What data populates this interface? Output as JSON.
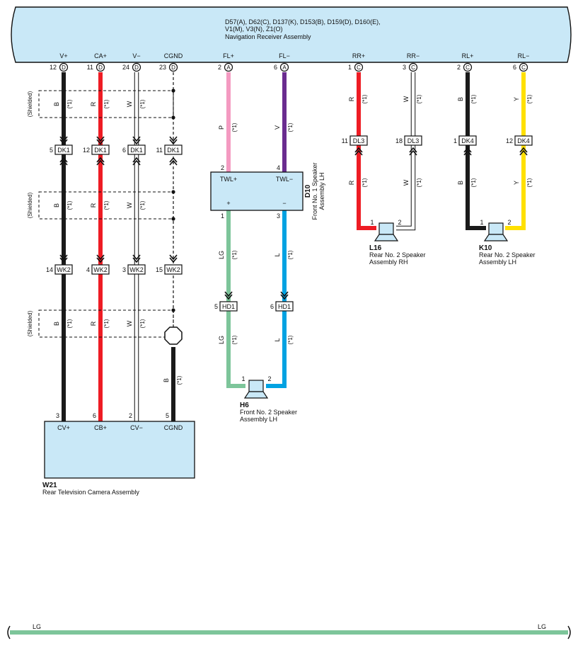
{
  "nav_unit": {
    "connectors_line1": "D57(A), D62(C), D137(K), D153(B), D159(D), D160(E),",
    "connectors_line2": "V1(M), V3(N), Z1(O)",
    "name": "Navigation Receiver Assembly"
  },
  "terminals": [
    {
      "label": "V+",
      "pin": "12",
      "conn": "D"
    },
    {
      "label": "CA+",
      "pin": "11",
      "conn": "D"
    },
    {
      "label": "V−",
      "pin": "24",
      "conn": "D"
    },
    {
      "label": "CGND",
      "pin": "23",
      "conn": "D"
    },
    {
      "label": "FL+",
      "pin": "2",
      "conn": "A"
    },
    {
      "label": "FL−",
      "pin": "6",
      "conn": "A"
    },
    {
      "label": "RR+",
      "pin": "1",
      "conn": "C"
    },
    {
      "label": "RR−",
      "pin": "3",
      "conn": "C"
    },
    {
      "label": "RL+",
      "pin": "2",
      "conn": "C"
    },
    {
      "label": "RL−",
      "pin": "6",
      "conn": "C"
    }
  ],
  "wire_colors": {
    "B": "#1a1a1a",
    "R": "#ee1c24",
    "W": "#ffffff",
    "P": "#f49ac1",
    "V": "#6a2c8f",
    "LG": "#7dc59a",
    "L": "#00a2e2",
    "Y": "#ffe000",
    "unit_fill": "#c9e8f7"
  },
  "text": {
    "shielded": "(Shielded)",
    "note": "(*1)",
    "B": "B",
    "R": "R",
    "W": "W",
    "P": "P",
    "V": "V",
    "LG": "LG",
    "L": "L",
    "Y": "Y"
  },
  "junctions": {
    "DK1": "DK1",
    "WK2": "WK2",
    "DL3": "DL3",
    "DK4": "DK4",
    "HD1": "HD1",
    "dk1_pins": [
      "5",
      "12",
      "6",
      "11"
    ],
    "wk2_pins": [
      "14",
      "4",
      "3",
      "15"
    ],
    "dl3_pins": [
      "11",
      "18"
    ],
    "dk4_pins": [
      "1",
      "12"
    ],
    "hd1_pins": [
      "5",
      "6"
    ]
  },
  "d10": {
    "id": "D10",
    "name_line1": "Front No. 1 Speaker",
    "name_line2": "Assembly LH",
    "term_plus": "TWL+",
    "term_minus": "TWL−",
    "in_pins": [
      "2",
      "4"
    ],
    "plus": "+",
    "minus": "−",
    "out_pins": [
      "1",
      "3"
    ]
  },
  "h6": {
    "id": "H6",
    "name_line1": "Front No. 2 Speaker",
    "name_line2": "Assembly LH",
    "pins": [
      "1",
      "2"
    ]
  },
  "l16": {
    "id": "L16",
    "name_line1": "Rear No. 2 Speaker",
    "name_line2": "Assembly RH",
    "pins": [
      "1",
      "2"
    ]
  },
  "k10": {
    "id": "K10",
    "name_line1": "Rear No. 2 Speaker",
    "name_line2": "Assembly LH",
    "pins": [
      "1",
      "2"
    ]
  },
  "w21": {
    "id": "W21",
    "name": "Rear Television Camera Assembly",
    "terminals": [
      "CV+",
      "CB+",
      "CV−",
      "CGND"
    ],
    "pins": [
      "3",
      "6",
      "2",
      "5"
    ]
  },
  "bottom_wire": {
    "left": "LG",
    "right": "LG"
  }
}
